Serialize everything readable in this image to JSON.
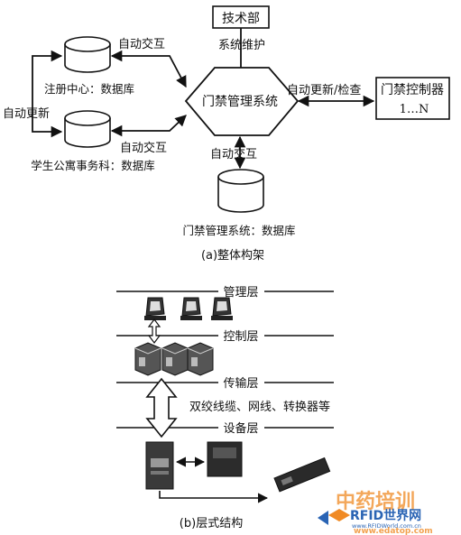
{
  "part_a": {
    "tech_dept": "技术部",
    "sys_maint": "系统维护",
    "core": "门禁管理系统",
    "reg_db_label": "注册中心：数据库",
    "student_db_label": "学生公寓事务科：数据库",
    "core_db_label": "门禁管理系统：数据库",
    "auto_interact_1": "自动交互",
    "auto_interact_2": "自动交互",
    "auto_interact_3": "自动交互",
    "auto_update_left": "自动更新",
    "auto_update_check": "自动更新/检查",
    "controller_title": "门禁控制器",
    "controller_range": "1…N",
    "caption": "(a)整体构架"
  },
  "part_b": {
    "layer_mgmt": "管理层",
    "layer_ctrl": "控制层",
    "layer_trans": "传输层",
    "layer_dev": "设备层",
    "trans_note": "双绞线缆、网线、转换器等",
    "caption": "(b)层式结构"
  },
  "watermark": {
    "cn": "中药培训",
    "brand": "RFID世界网",
    "site1": "www.RFIDWorld.com.cn",
    "site2": "www.edatop.com"
  },
  "colors": {
    "ink": "#111111",
    "watermark_orange": "#f08a24",
    "watermark_blue": "#2a64b4"
  }
}
